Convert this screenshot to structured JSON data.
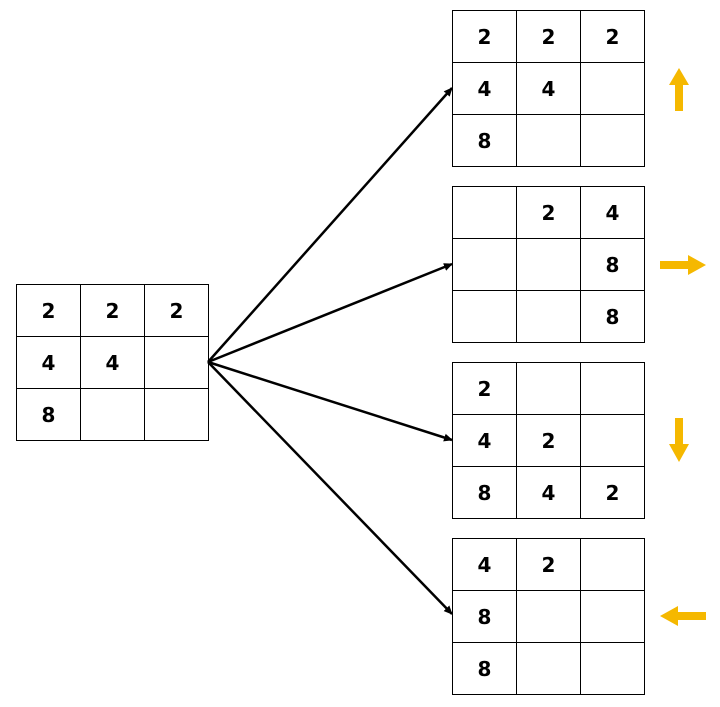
{
  "start_grid": {
    "cells": [
      "2",
      "2",
      "2",
      "4",
      "4",
      "",
      "8",
      "",
      ""
    ]
  },
  "results": [
    {
      "move": "up",
      "cells": [
        "2",
        "2",
        "2",
        "4",
        "4",
        "",
        "8",
        "",
        ""
      ]
    },
    {
      "move": "right",
      "cells": [
        "",
        "2",
        "4",
        "",
        "",
        "8",
        "",
        "",
        "8"
      ]
    },
    {
      "move": "down",
      "cells": [
        "2",
        "",
        "",
        "4",
        "2",
        "",
        "8",
        "4",
        "2"
      ]
    },
    {
      "move": "left",
      "cells": [
        "4",
        "2",
        "",
        "8",
        "",
        "",
        "8",
        "",
        ""
      ]
    }
  ],
  "colors": {
    "direction_arrow": "#F5B800",
    "line": "#000000"
  },
  "icons": [
    "arrow-up-icon",
    "arrow-right-icon",
    "arrow-down-icon",
    "arrow-left-icon"
  ]
}
